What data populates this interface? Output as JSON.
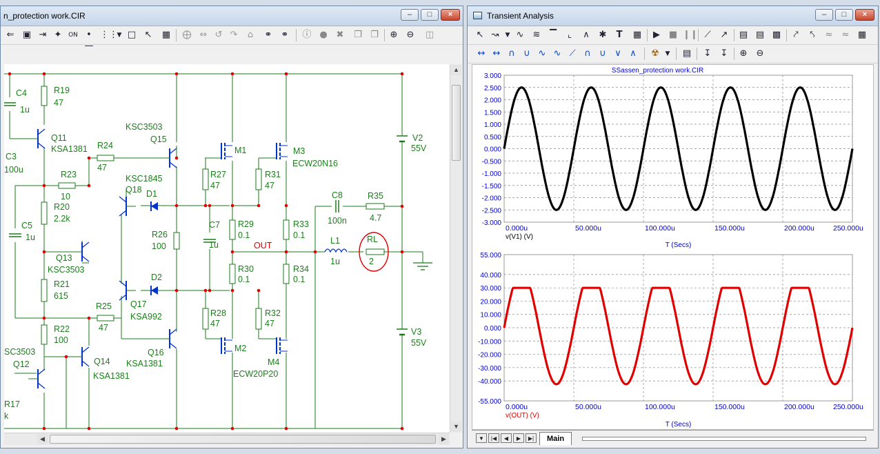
{
  "schematic": {
    "title": "n_protection work.CIR",
    "labels": {
      "C4": "C4",
      "C4v": "1u",
      "R19": "R19",
      "R19v": "47",
      "Q11": "Q11",
      "Q11m": "KSA1381",
      "C3": "C3",
      "C3v": "100u",
      "R24": "R24",
      "R24v": "47",
      "R23": "R23",
      "R23v": "10",
      "R20": "R20",
      "R20v": "2.2k",
      "C5": "C5",
      "C5v": "1u",
      "Q13": "Q13",
      "Q13m": "KSC3503",
      "R21": "R21",
      "R21v": "615",
      "R25": "R25",
      "R25v": "47",
      "R22": "R22",
      "R22v": "100",
      "Q12m": "SC3503",
      "Q12": "Q12",
      "Q14": "Q14",
      "Q14m": "KSA1381",
      "R17": "R17",
      "R17v": "k",
      "Q15m": "KSC3503",
      "Q15": "Q15",
      "Q18m": "KSC1845",
      "Q18": "Q18",
      "D1": "D1",
      "R26": "R26",
      "R26v": "100",
      "D2": "D2",
      "Q17": "Q17",
      "Q17m": "KSA992",
      "Q16": "Q16",
      "Q16m": "KSA1381",
      "M1": "M1",
      "M3": "M3",
      "M3m": "ECW20N16",
      "R27": "R27",
      "R27v": "47",
      "R31": "R31",
      "R31v": "47",
      "C7": "C7",
      "C7v": "1u",
      "R29": "R29",
      "R29v": "0.1",
      "R33": "R33",
      "R33v": "0.1",
      "OUT": "OUT",
      "R30": "R30",
      "R30v": "0.1",
      "R34": "R34",
      "R34v": "0.1",
      "R28": "R28",
      "R28v": "47",
      "R32": "R32",
      "R32v": "47",
      "M2": "M2",
      "M2m": "ECW20P20",
      "M4": "M4",
      "C8": "C8",
      "C8v": "100n",
      "R35": "R35",
      "R35v": "4.7",
      "L1": "L1",
      "L1v": "1u",
      "RL": "RL",
      "RLv": "2",
      "V2": "V2",
      "V2v": "55V",
      "V3": "V3",
      "V3v": "55V"
    }
  },
  "analysis": {
    "title": "Transient Analysis",
    "tab_label": "Main",
    "colors": {
      "wire": "#1a7a1a",
      "label": "#1b7e1b",
      "node": "#e00000",
      "plot1": "#000000",
      "plot2": "#e00000",
      "axis_text": "#0000cc"
    }
  },
  "chart_data": [
    {
      "type": "line",
      "title": "SSassen_protection work.CIR",
      "xlabel": "T (Secs)",
      "ylabel": "v(V1) (V)",
      "xlim": [
        0,
        250
      ],
      "ylim": [
        -3.0,
        3.0
      ],
      "x_ticks": [
        "0.000u",
        "50.000u",
        "100.000u",
        "150.000u",
        "200.000u",
        "250.000u"
      ],
      "y_ticks": [
        "3.000",
        "2.500",
        "2.000",
        "1.500",
        "1.000",
        "0.500",
        "0.000",
        "-0.500",
        "-1.000",
        "-1.500",
        "-2.000",
        "-2.500",
        "-3.000"
      ],
      "grid": true,
      "series": [
        {
          "name": "v(V1) (V)",
          "amplitude": 2.5,
          "frequency_khz": 20,
          "color": "#000000"
        }
      ]
    },
    {
      "type": "line",
      "title": "",
      "xlabel": "T (Secs)",
      "ylabel": "v(OUT) (V)",
      "xlim": [
        0,
        250
      ],
      "ylim": [
        -55.0,
        55.0
      ],
      "x_ticks": [
        "0.000u",
        "50.000u",
        "100.000u",
        "150.000u",
        "200.000u",
        "250.000u"
      ],
      "y_ticks": [
        "55.000",
        "40.000",
        "30.000",
        "20.000",
        "10.000",
        "0.000",
        "-10.000",
        "-20.000",
        "-30.000",
        "-40.000",
        "-55.000"
      ],
      "grid": true,
      "series": [
        {
          "name": "v(OUT) (V)",
          "peak": 30,
          "trough": -46,
          "gain": 17,
          "frequency_khz": 20,
          "color": "#e00000"
        }
      ]
    }
  ]
}
